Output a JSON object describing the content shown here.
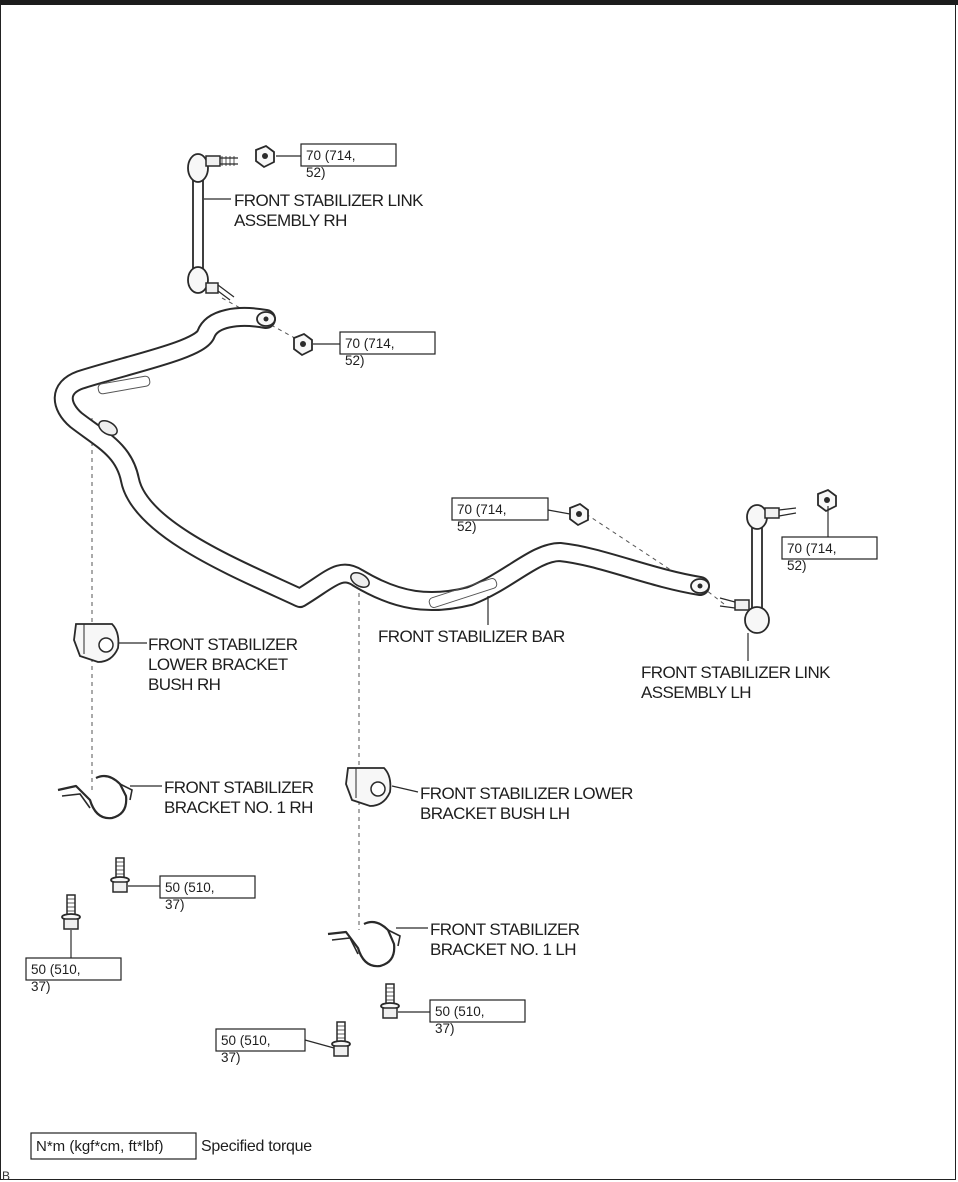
{
  "labels": {
    "link_rh": [
      "FRONT STABILIZER LINK",
      "ASSEMBLY RH"
    ],
    "link_lh": [
      "FRONT STABILIZER LINK",
      "ASSEMBLY LH"
    ],
    "bar": [
      "FRONT STABILIZER BAR"
    ],
    "bush_rh": [
      "FRONT STABILIZER",
      "LOWER BRACKET",
      "BUSH RH"
    ],
    "bush_lh": [
      "FRONT STABILIZER LOWER",
      "BRACKET BUSH LH"
    ],
    "bracket_rh": [
      "FRONT STABILIZER",
      "BRACKET NO. 1 RH"
    ],
    "bracket_lh": [
      "FRONT STABILIZER",
      "BRACKET NO. 1 LH"
    ]
  },
  "torques": {
    "nut_rh_top": [
      "70 (714,",
      "52)"
    ],
    "nut_rh_bottom": [
      "70 (714,",
      "52)"
    ],
    "nut_lh_bottom": [
      "70 (714,",
      "52)"
    ],
    "nut_lh_top": [
      "70 (714,",
      "52)"
    ],
    "bolt_rh_a": [
      "50 (510,",
      "37)"
    ],
    "bolt_rh_b": [
      "50 (510,",
      "37)"
    ],
    "bolt_lh_a": [
      "50 (510,",
      "37)"
    ],
    "bolt_lh_b": [
      "50 (510,",
      "37)"
    ]
  },
  "legend": {
    "unit": "N*m (kgf*cm, ft*lbf)",
    "description": "Specified torque"
  },
  "corner_mark": "B"
}
